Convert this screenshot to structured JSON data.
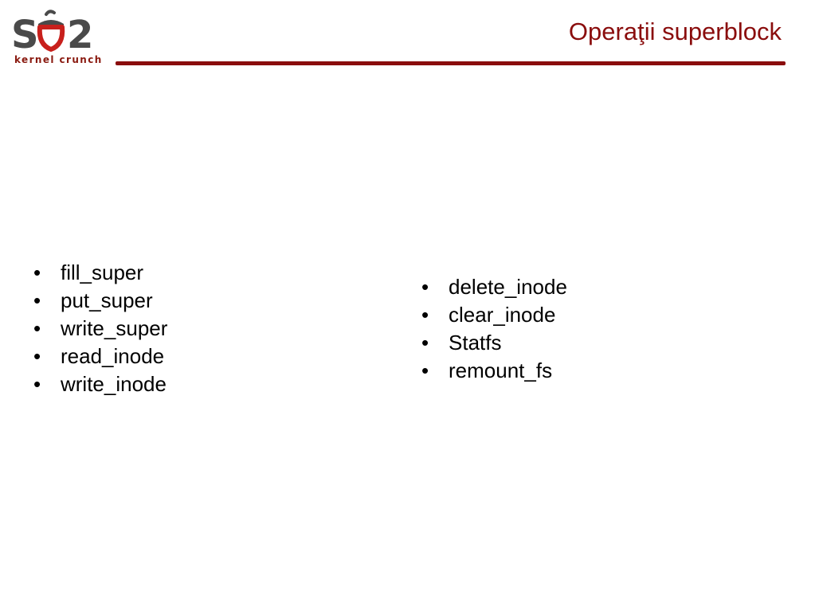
{
  "logo": {
    "mark": "SO2",
    "tagline": "kernel crunch",
    "colors": {
      "dark": "#4a4a4a",
      "accent": "#c8201c"
    }
  },
  "title": "Operaţii superblock",
  "accent_color": "#8a0d0d",
  "lists": {
    "left": [
      "fill_super",
      "put_super",
      "write_super",
      "read_inode",
      "write_inode"
    ],
    "right": [
      "delete_inode",
      "clear_inode",
      "Statfs",
      "remount_fs"
    ]
  }
}
